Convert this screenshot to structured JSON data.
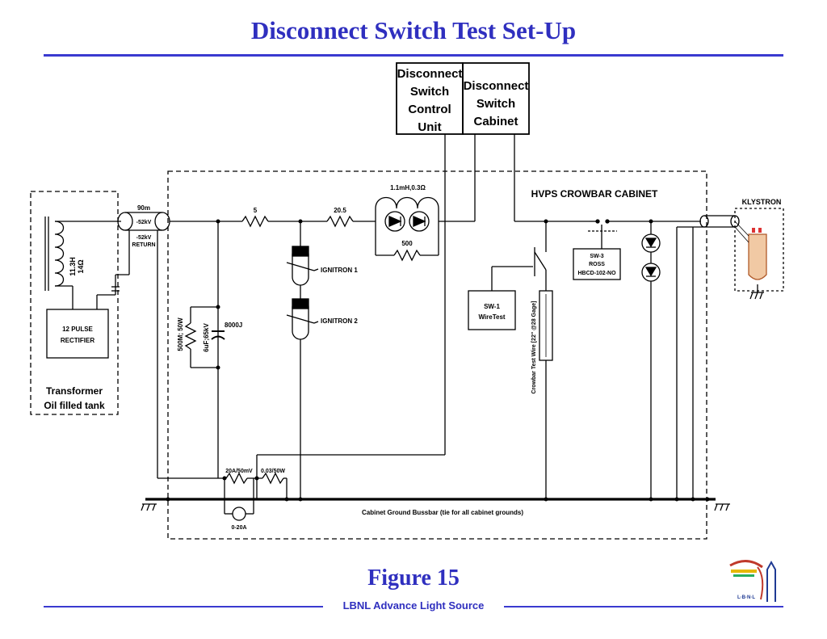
{
  "header": {
    "title": "Disconnect Switch Test Set-Up"
  },
  "footer": {
    "figure_label": "Figure 15",
    "org": "LBNL Advance Light Source"
  },
  "diagram": {
    "control_unit": [
      "Disconnect",
      "Switch",
      "Control",
      "Unit"
    ],
    "cabinet": [
      "Disconnect",
      "Switch",
      "Cabinet"
    ],
    "crowbar_cabinet": "HVPS  CROWBAR  CABINET",
    "klystron": "KLYSTRON",
    "inductor": [
      "11.3H",
      "14Ω"
    ],
    "rectifier": [
      "12 PULSE",
      "RECTIFIER"
    ],
    "tank": [
      "Transformer",
      "Oil filled tank"
    ],
    "cable_len": "90m",
    "v1": "-52kV",
    "v2": "-52kV",
    "return": "RETURN",
    "r5": "5",
    "r20": "20.5",
    "choke": "1.1mH,0.3Ω",
    "r500": "500",
    "ign1": "IGNITRON 1",
    "ign2": "IGNITRON 2",
    "energy": "8000J",
    "res_500m": "500M; 50W",
    "cap": "6uF;65kV",
    "sw1": [
      "SW-1",
      "WireTest"
    ],
    "sw3": [
      "SW-3",
      "ROSS",
      "HBCD-102-NO"
    ],
    "test_wire": "Crowbar Test Wire [22\" @28 Gage]",
    "shunt1": "20A/50mV",
    "shunt2": "0.03/50W",
    "meter": "0-20A",
    "bussbar": "Cabinet Ground Bussbar (tie for all cabinet grounds)",
    "logo": "L·B·N·L"
  }
}
